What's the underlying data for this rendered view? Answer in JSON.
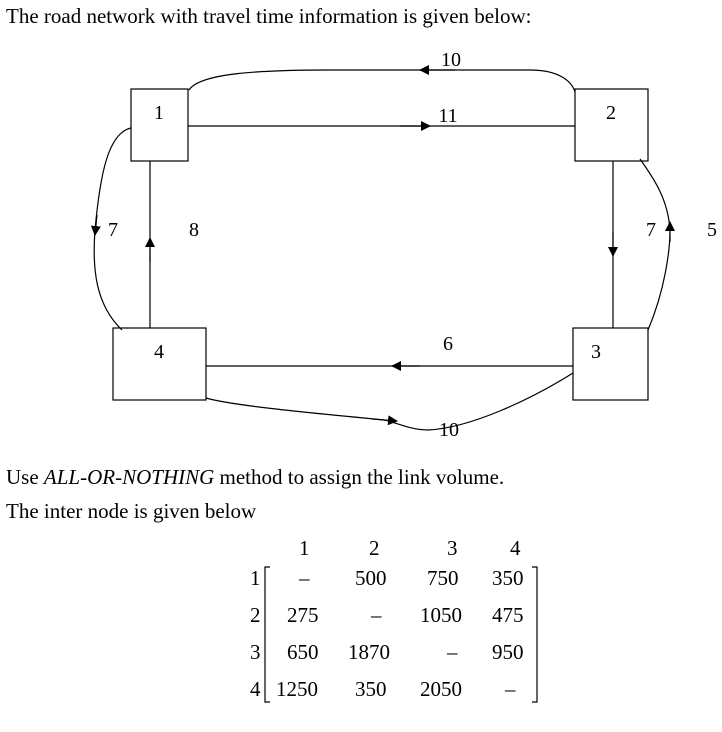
{
  "intro_text": "The road network with travel time information is given below:",
  "network": {
    "nodes": [
      "1",
      "2",
      "3",
      "4"
    ],
    "links": [
      {
        "from": "2",
        "to": "1",
        "time": "10"
      },
      {
        "from": "1",
        "to": "2",
        "time": "11"
      },
      {
        "from": "1",
        "to": "4",
        "time": "7"
      },
      {
        "from": "4",
        "to": "1",
        "time": "8"
      },
      {
        "from": "2",
        "to": "3",
        "time": "7"
      },
      {
        "from": "3",
        "to": "2",
        "time": "5"
      },
      {
        "from": "3",
        "to": "4",
        "time": "6"
      },
      {
        "from": "4",
        "to": "3",
        "time": "10"
      }
    ]
  },
  "instruction": {
    "prefix": "Use ",
    "emphasis": "ALL-OR-NOTHING",
    "suffix": " method to assign the link volume."
  },
  "matrix_caption": "The inter node is given below",
  "od_matrix": {
    "column_labels": [
      "1",
      "2",
      "3",
      "4"
    ],
    "row_labels": [
      "1",
      "2",
      "3",
      "4"
    ],
    "rows": [
      [
        "–",
        "500",
        "750",
        "350"
      ],
      [
        "275",
        "–",
        "1050",
        "475"
      ],
      [
        "650",
        "1870",
        "–",
        "950"
      ],
      [
        "1250",
        "350",
        "2050",
        "–"
      ]
    ]
  }
}
